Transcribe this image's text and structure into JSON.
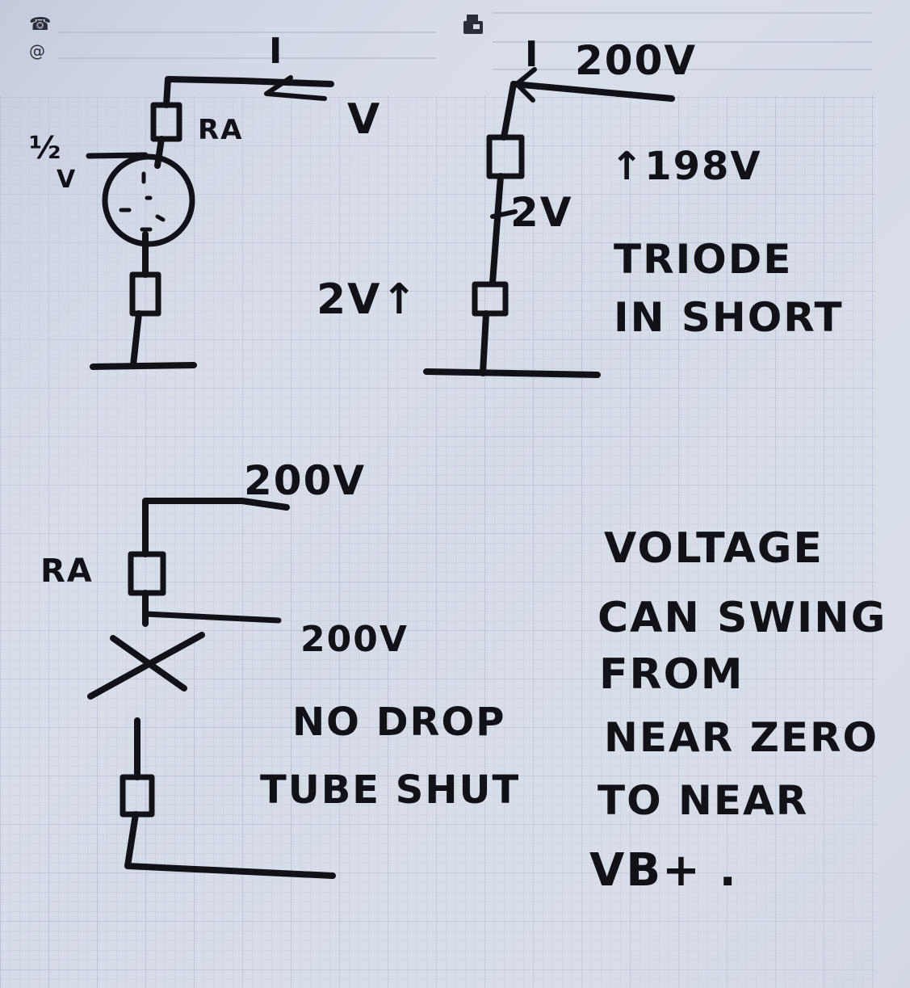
{
  "header": {
    "phone_icon": "phone-icon",
    "at_icon": "at-sign-icon",
    "fax_icon": "fax-icon"
  },
  "diagram1": {
    "current_label": "I",
    "voltage_label": "V",
    "resistor_label": "RA",
    "grid_label_top": "½",
    "grid_label_bottom": "V"
  },
  "diagram2": {
    "current_label": "I",
    "supply_label": "200V",
    "drop_label": "↑198V",
    "mid_label": "2V",
    "cathode_label": "2V↑",
    "caption_line1": "TRIODE",
    "caption_line2": "IN SHORT"
  },
  "diagram3": {
    "supply_label": "200V",
    "resistor_label": "RA",
    "anode_label": "200V",
    "caption_line1": "NO DROP",
    "caption_line2": "TUBE SHUT"
  },
  "notes": {
    "line1": "VOLTAGE",
    "line2": "CAN SWING",
    "line3": "FROM",
    "line4": "NEAR ZERO",
    "line5": "TO NEAR",
    "line6": "VB+ ."
  },
  "colors": {
    "paper": "#d3d9e6",
    "grid_fine": "#b9c1d3",
    "grid_major": "#a7b0c6",
    "ink": "#101218"
  }
}
